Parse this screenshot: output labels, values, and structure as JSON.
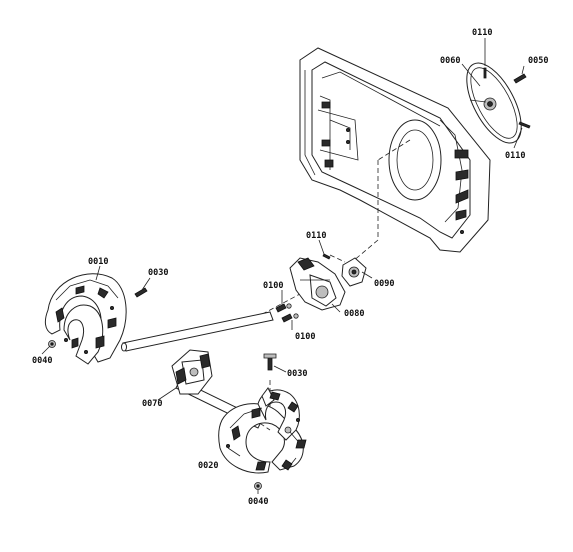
{
  "diagram": {
    "callouts": [
      {
        "id": "c-0110-top",
        "label": "0110"
      },
      {
        "id": "c-0060",
        "label": "0060"
      },
      {
        "id": "c-0050",
        "label": "0050"
      },
      {
        "id": "c-0110-right",
        "label": "0110"
      },
      {
        "id": "c-0110-mid",
        "label": "0110"
      },
      {
        "id": "c-0090",
        "label": "0090"
      },
      {
        "id": "c-0010",
        "label": "0010"
      },
      {
        "id": "c-0030-left",
        "label": "0030"
      },
      {
        "id": "c-0100-a",
        "label": "0100"
      },
      {
        "id": "c-0080",
        "label": "0080"
      },
      {
        "id": "c-0100-b",
        "label": "0100"
      },
      {
        "id": "c-0040-left",
        "label": "0040"
      },
      {
        "id": "c-0030-right",
        "label": "0030"
      },
      {
        "id": "c-0070",
        "label": "0070"
      },
      {
        "id": "c-0020",
        "label": "0020"
      },
      {
        "id": "c-0040-bottom",
        "label": "0040"
      }
    ],
    "parts": {
      "housing": "auger-housing",
      "pulley": "pulley",
      "gearbox_bracket": "gearbox-bracket",
      "bearing": "bearing-flange",
      "auger_left": "left-auger",
      "auger_right": "right-auger",
      "shaft": "auger-shaft",
      "gear_case": "gear-case"
    }
  }
}
